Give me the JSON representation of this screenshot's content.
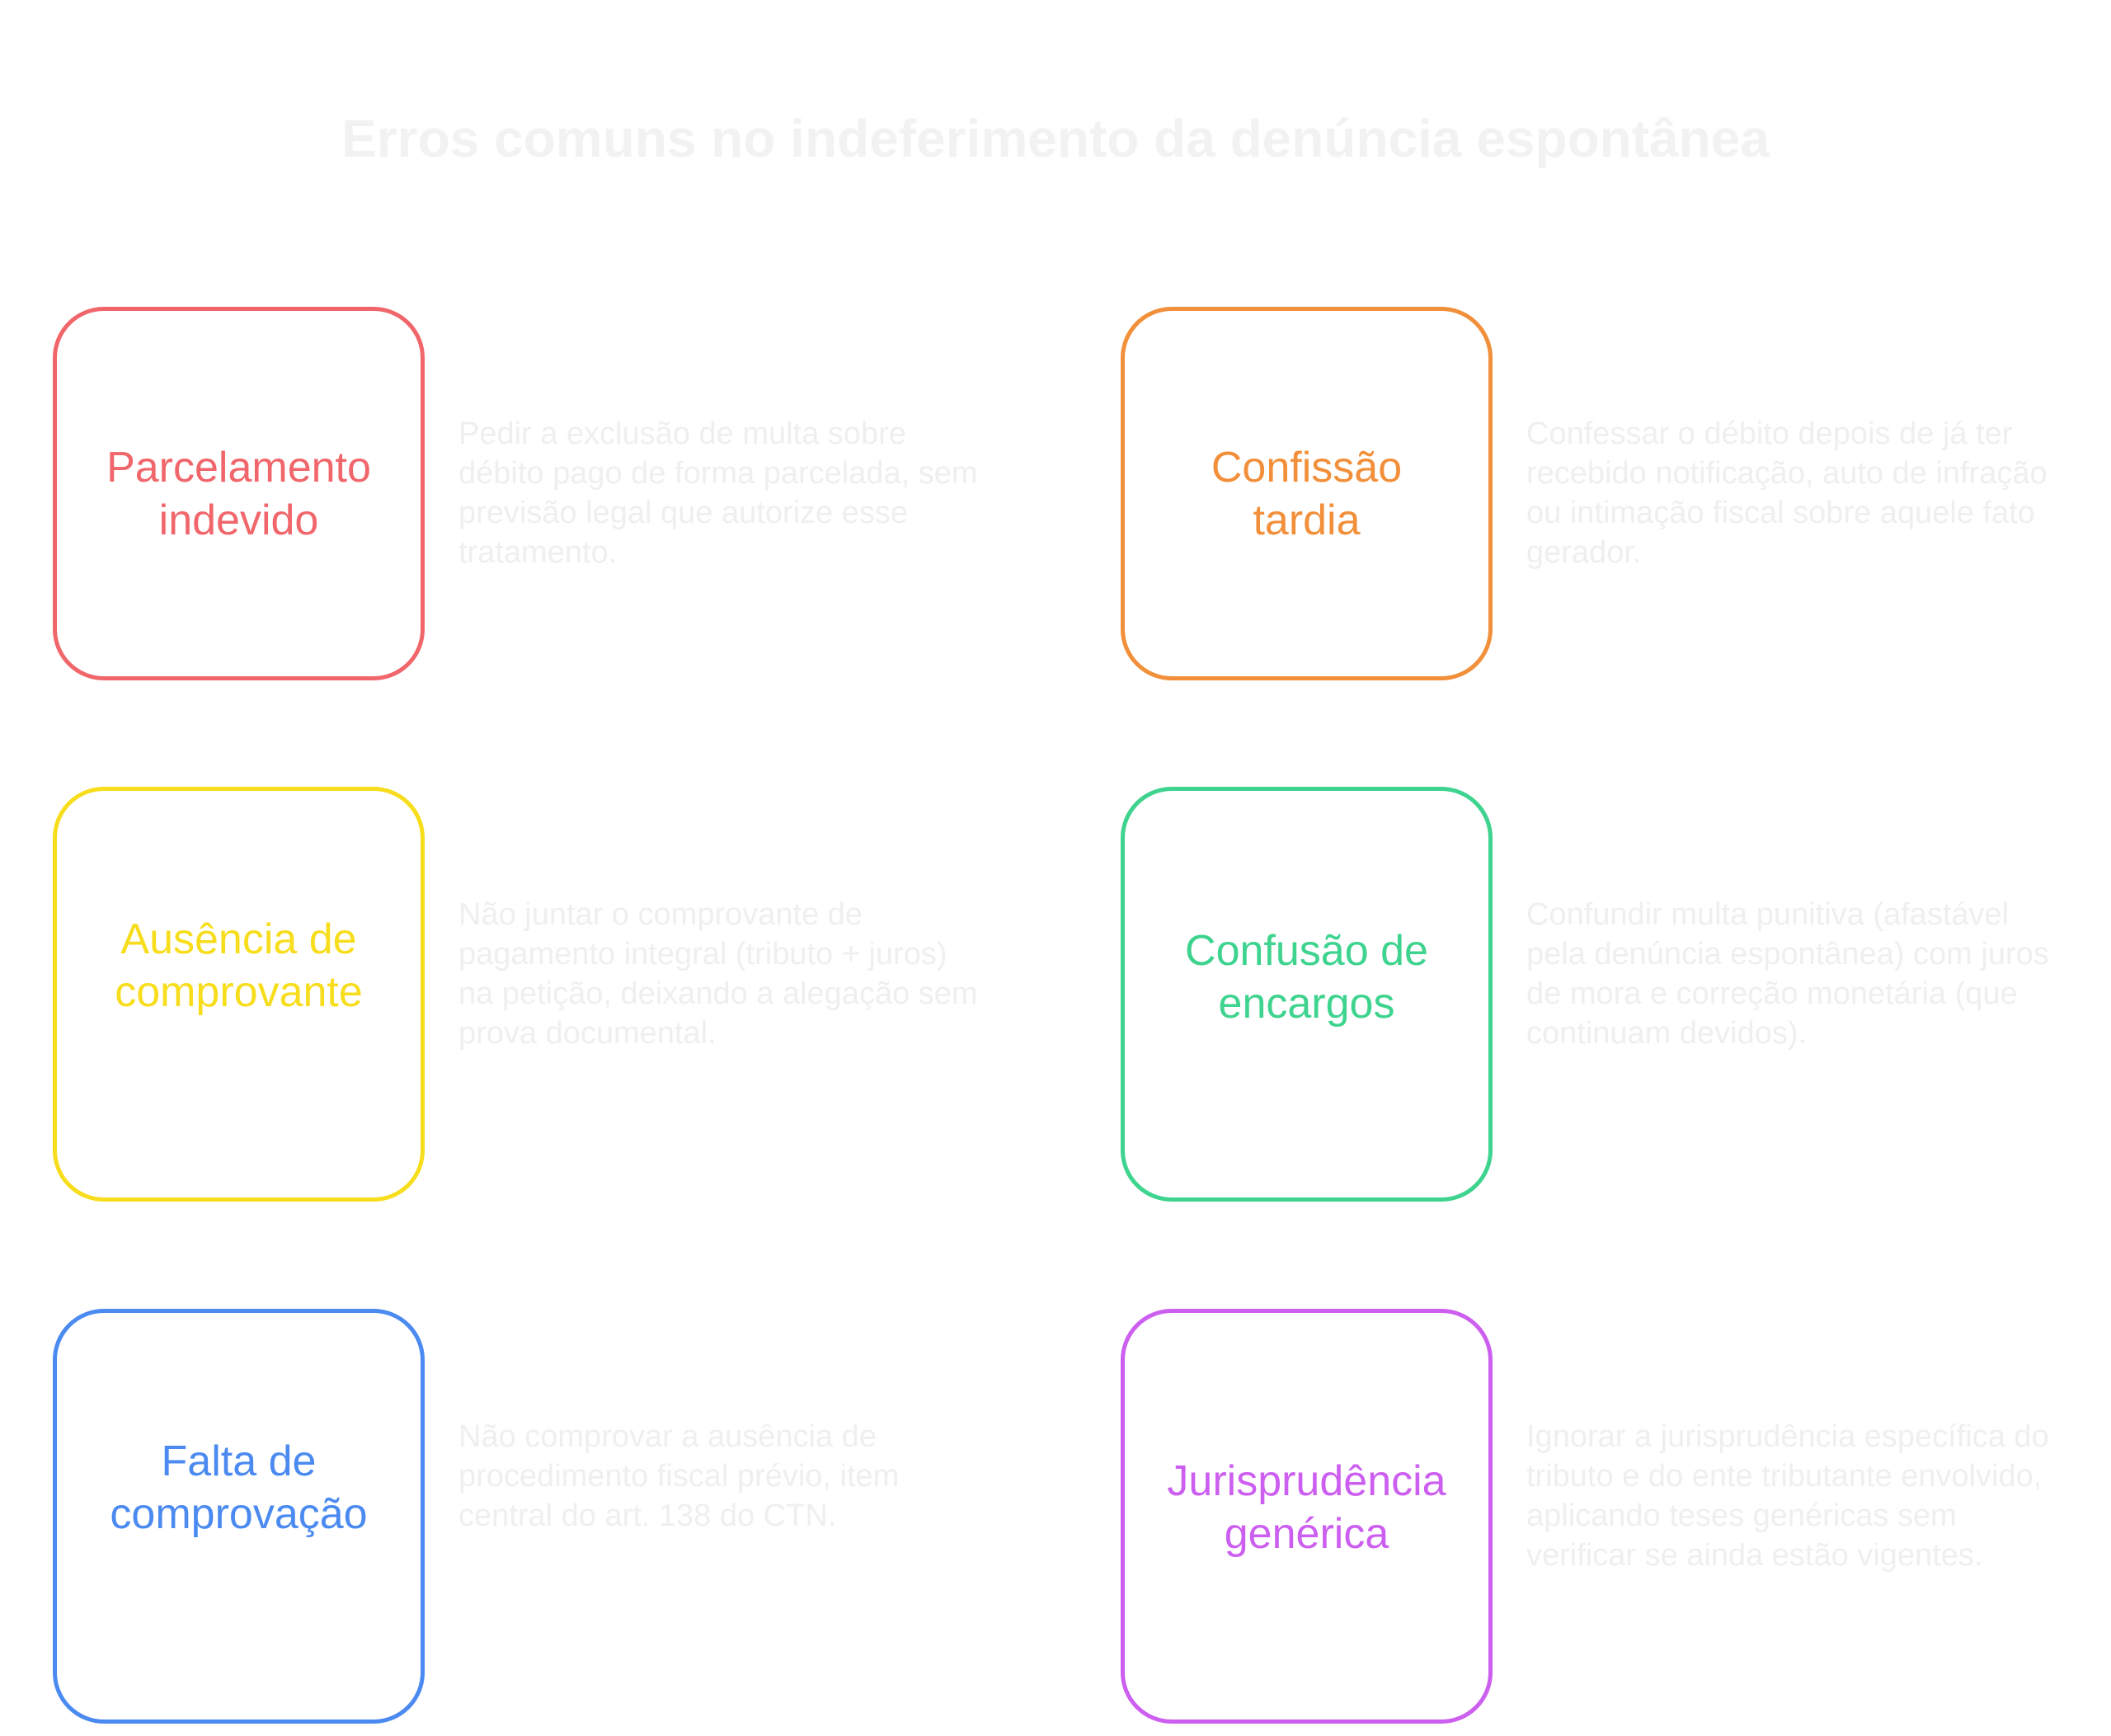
{
  "title": "Erros comuns no indeferimento da denúncia espontânea",
  "items": [
    {
      "label_line1": "Parcelamento",
      "label_line2": "indevido",
      "color": "#f0666b",
      "description": "Pedir a exclusão de multa sobre débito pago de forma parcelada, sem previsão legal que autorize esse tratamento."
    },
    {
      "label_line1": "Confissão",
      "label_line2": "tardia",
      "color": "#f28f3a",
      "description": "Confessar o débito depois de já ter recebido notificação, auto de infração ou intimação fiscal sobre aquele fato gerador."
    },
    {
      "label_line1": "Ausência de",
      "label_line2": "comprovante",
      "color": "#f7dd1c",
      "description": "Não juntar o comprovante de pagamento integral (tributo + juros) na petição, deixando a alegação sem prova documental."
    },
    {
      "label_line1": "Confusão de",
      "label_line2": "encargos",
      "color": "#3ed38e",
      "description": "Confundir multa punitiva (afastável pela denúncia espontânea) com juros de mora e correção monetária (que continuam devidos)."
    },
    {
      "label_line1": "Falta de",
      "label_line2": "comprovação",
      "color": "#4b8af0",
      "description": "Não comprovar a ausência de procedimento fiscal prévio, item central do art. 138 do CTN."
    },
    {
      "label_line1": "Jurisprudência",
      "label_line2": "genérica",
      "color": "#cc5fef",
      "description": "Ignorar a jurisprudência específica do tributo e do ente tributante envolvido, aplicando teses genéricas sem verificar se ainda estão vigentes."
    }
  ]
}
